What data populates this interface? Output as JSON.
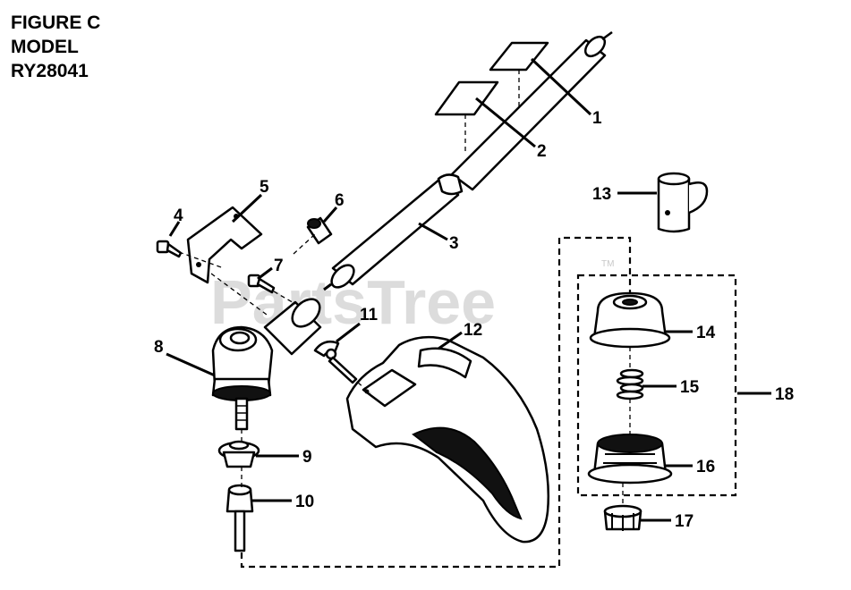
{
  "figure": {
    "title_lines": [
      "FIGURE C",
      "MODEL",
      "RY28041"
    ]
  },
  "watermark": {
    "text": "PartsTree",
    "mark": "TM",
    "color": "#dcdcdc"
  },
  "callouts": [
    "1",
    "2",
    "3",
    "4",
    "5",
    "6",
    "7",
    "8",
    "9",
    "10",
    "11",
    "12",
    "13",
    "14",
    "15",
    "16",
    "17",
    "18"
  ],
  "colors": {
    "ink": "#000000",
    "paper": "#ffffff"
  }
}
